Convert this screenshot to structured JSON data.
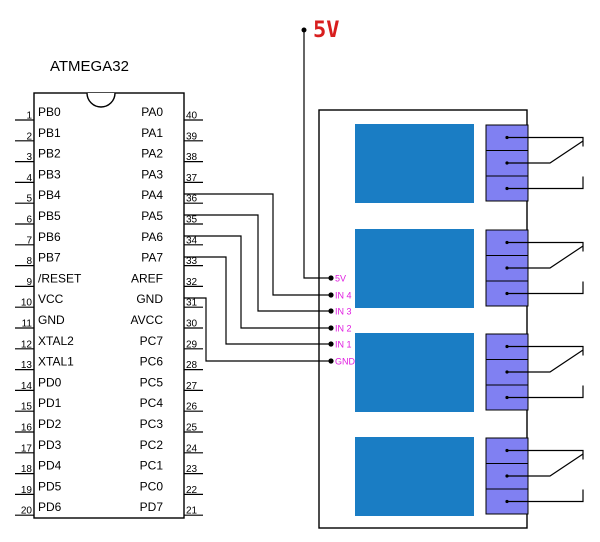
{
  "supply_label": "5V",
  "chip": {
    "title": "ATMEGA32",
    "left_pins": [
      {
        "num": "1",
        "name": "PB0"
      },
      {
        "num": "2",
        "name": "PB1"
      },
      {
        "num": "3",
        "name": "PB2"
      },
      {
        "num": "4",
        "name": "PB3"
      },
      {
        "num": "5",
        "name": "PB4"
      },
      {
        "num": "6",
        "name": "PB5"
      },
      {
        "num": "7",
        "name": "PB6"
      },
      {
        "num": "8",
        "name": "PB7"
      },
      {
        "num": "9",
        "name": "/RESET"
      },
      {
        "num": "10",
        "name": "VCC"
      },
      {
        "num": "11",
        "name": "GND"
      },
      {
        "num": "12",
        "name": "XTAL2"
      },
      {
        "num": "13",
        "name": "XTAL1"
      },
      {
        "num": "14",
        "name": "PD0"
      },
      {
        "num": "15",
        "name": "PD1"
      },
      {
        "num": "16",
        "name": "PD2"
      },
      {
        "num": "17",
        "name": "PD3"
      },
      {
        "num": "18",
        "name": "PD4"
      },
      {
        "num": "19",
        "name": "PD5"
      },
      {
        "num": "20",
        "name": "PD6"
      }
    ],
    "right_pins": [
      {
        "num": "40",
        "name": "PA0"
      },
      {
        "num": "39",
        "name": "PA1"
      },
      {
        "num": "38",
        "name": "PA2"
      },
      {
        "num": "37",
        "name": "PA3"
      },
      {
        "num": "36",
        "name": "PA4"
      },
      {
        "num": "35",
        "name": "PA5"
      },
      {
        "num": "34",
        "name": "PA6"
      },
      {
        "num": "33",
        "name": "PA7"
      },
      {
        "num": "32",
        "name": "AREF"
      },
      {
        "num": "31",
        "name": "GND"
      },
      {
        "num": "30",
        "name": "AVCC"
      },
      {
        "num": "29",
        "name": "PC7"
      },
      {
        "num": "28",
        "name": "PC6"
      },
      {
        "num": "27",
        "name": "PC5"
      },
      {
        "num": "26",
        "name": "PC4"
      },
      {
        "num": "25",
        "name": "PC3"
      },
      {
        "num": "24",
        "name": "PC2"
      },
      {
        "num": "23",
        "name": "PC1"
      },
      {
        "num": "22",
        "name": "PC0"
      },
      {
        "num": "21",
        "name": "PD7"
      }
    ]
  },
  "relay_module": {
    "inputs": [
      "5V",
      "IN 4",
      "IN 3",
      "IN 2",
      "IN 1",
      "GND"
    ],
    "relay_color": "#1a7dc4",
    "terminal_color": "#8080f2"
  },
  "connections": [
    {
      "from": "PA4",
      "to": "IN 4"
    },
    {
      "from": "PA5",
      "to": "IN 3"
    },
    {
      "from": "PA6",
      "to": "IN 2"
    },
    {
      "from": "PA7",
      "to": "IN 1"
    },
    {
      "from": "GND",
      "to": "GND"
    }
  ]
}
